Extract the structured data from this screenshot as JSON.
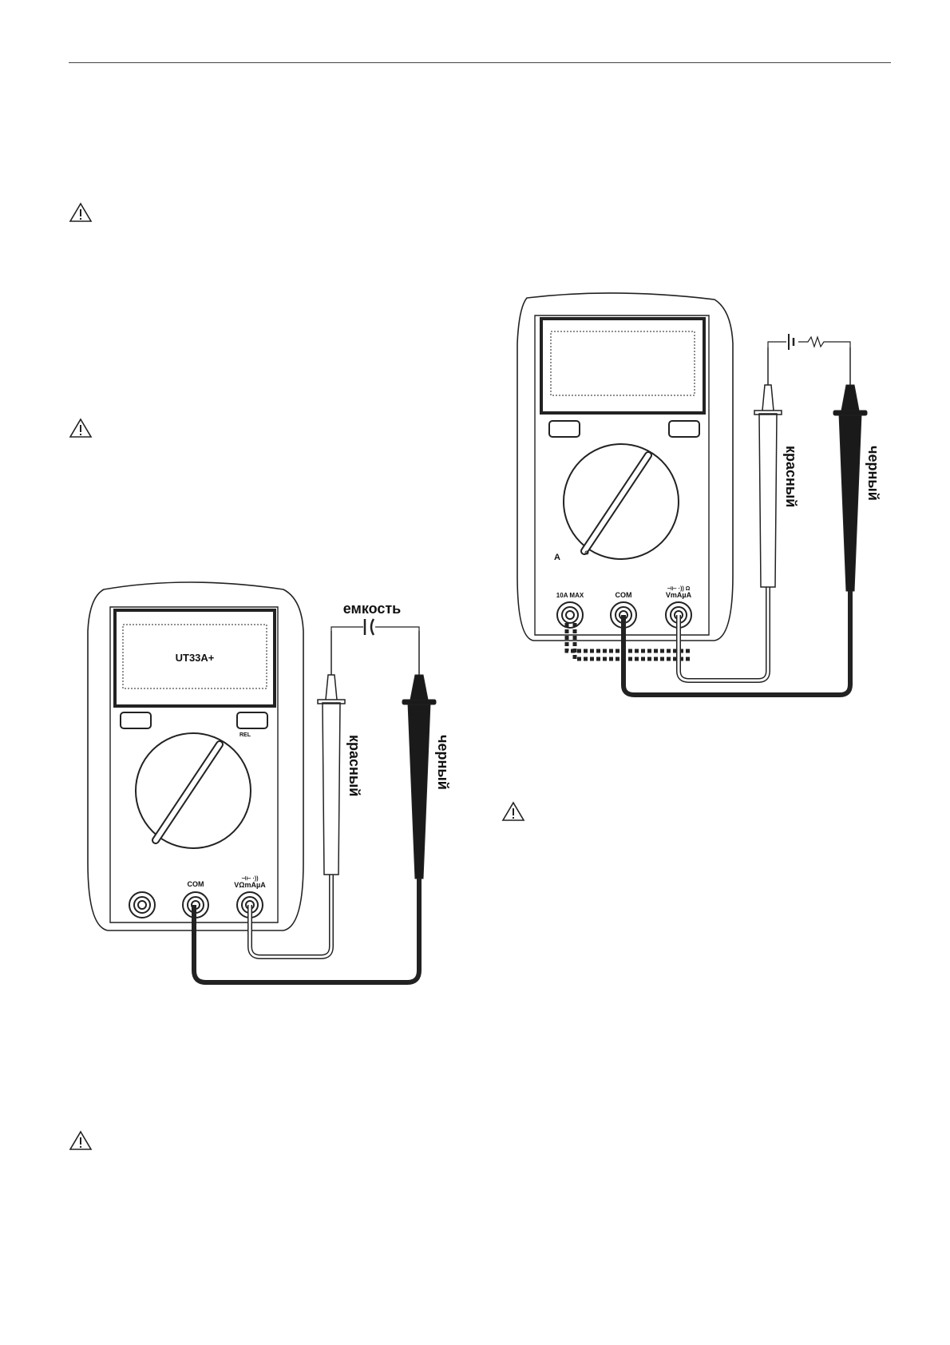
{
  "warnings": [
    {
      "icon": "warning-triangle-icon"
    },
    {
      "icon": "warning-triangle-icon"
    },
    {
      "icon": "warning-triangle-icon"
    },
    {
      "icon": "warning-triangle-icon"
    }
  ],
  "figure_capacitance": {
    "component_label": "емкость",
    "display_text": "UT33A+",
    "rel_label": "REL",
    "jack_com": "COM",
    "jack_input_symbols": "⊣⊢ ·))",
    "jack_input": "VΩmAµA",
    "red_lead": "красный",
    "black_lead": "черный"
  },
  "figure_current": {
    "range_label": "A",
    "jack_10a": "10A MAX",
    "jack_com": "COM",
    "jack_input_symbols": "⊣⊢ ·)) Ω",
    "jack_input": "VmAµA",
    "red_lead": "красный",
    "black_lead": "черный"
  },
  "colors": {
    "line": "#222222",
    "lead_black": "#1a1a1a",
    "body": "#ffffff"
  }
}
